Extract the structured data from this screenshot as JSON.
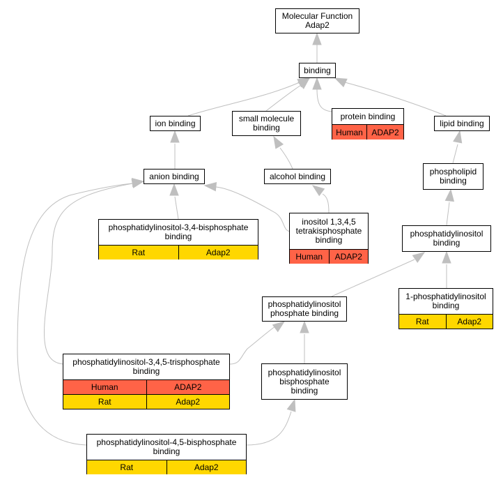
{
  "colors": {
    "human": "#ff6347",
    "rat": "#ffd700",
    "edge": "#bfbfbf",
    "border": "#000000"
  },
  "nodes": {
    "root": {
      "lines": [
        "Molecular Function",
        "Adap2"
      ]
    },
    "binding": {
      "lines": [
        "binding"
      ]
    },
    "ion_binding": {
      "lines": [
        "ion binding"
      ]
    },
    "small_molecule_binding": {
      "lines": [
        "small molecule",
        "binding"
      ]
    },
    "protein_binding": {
      "lines": [
        "protein binding"
      ],
      "rows": [
        [
          "Human",
          "ADAP2"
        ]
      ]
    },
    "lipid_binding": {
      "lines": [
        "lipid binding"
      ]
    },
    "anion_binding": {
      "lines": [
        "anion binding"
      ]
    },
    "alcohol_binding": {
      "lines": [
        "alcohol binding"
      ]
    },
    "phospholipid_binding": {
      "lines": [
        "phospholipid",
        "binding"
      ]
    },
    "pi34bp_binding": {
      "lines": [
        "phosphatidylinositol-3,4-bisphosphate",
        "binding"
      ],
      "rows": [
        [
          "Rat",
          "Adap2"
        ]
      ]
    },
    "ip4_binding": {
      "lines": [
        "inositol 1,3,4,5",
        "tetrakisphosphate",
        "binding"
      ],
      "rows": [
        [
          "Human",
          "ADAP2"
        ]
      ]
    },
    "pi_binding": {
      "lines": [
        "phosphatidylinositol",
        "binding"
      ]
    },
    "pip_binding": {
      "lines": [
        "phosphatidylinositol",
        "phosphate binding"
      ]
    },
    "pi1p_binding": {
      "lines": [
        "1-phosphatidylinositol",
        "binding"
      ],
      "rows": [
        [
          "Rat",
          "Adap2"
        ]
      ]
    },
    "pip3_binding": {
      "lines": [
        "phosphatidylinositol-3,4,5-trisphosphate",
        "binding"
      ],
      "rows": [
        [
          "Human",
          "ADAP2"
        ],
        [
          "Rat",
          "Adap2"
        ]
      ]
    },
    "pibp_binding": {
      "lines": [
        "phosphatidylinositol",
        "bisphosphate",
        "binding"
      ]
    },
    "pi45bp_binding": {
      "lines": [
        "phosphatidylinositol-4,5-bisphosphate",
        "binding"
      ],
      "rows": [
        [
          "Rat",
          "Adap2"
        ]
      ]
    }
  }
}
